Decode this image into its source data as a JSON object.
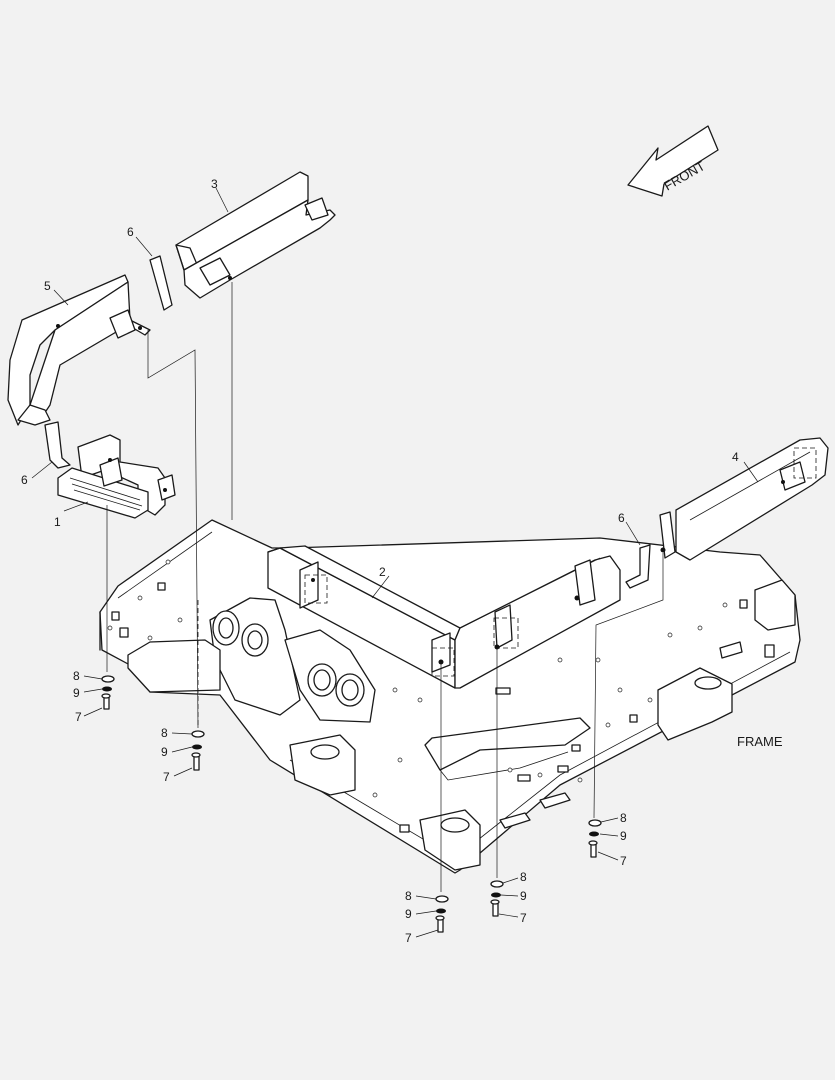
{
  "diagram": {
    "direction_label": "FRONT",
    "frame_label": "FRAME",
    "callouts": {
      "c1": "1",
      "c2": "2",
      "c3": "3",
      "c4": "4",
      "c5": "5",
      "c6a": "6",
      "c6b": "6",
      "c6c": "6",
      "g1_8": "8",
      "g1_9": "9",
      "g1_7": "7",
      "g2_8": "8",
      "g2_9": "9",
      "g2_7": "7",
      "g3_8": "8",
      "g3_9": "9",
      "g3_7": "7",
      "g4_8": "8",
      "g4_9": "9",
      "g4_7": "7",
      "g5_8": "8",
      "g5_9": "9",
      "g5_7": "7"
    }
  }
}
